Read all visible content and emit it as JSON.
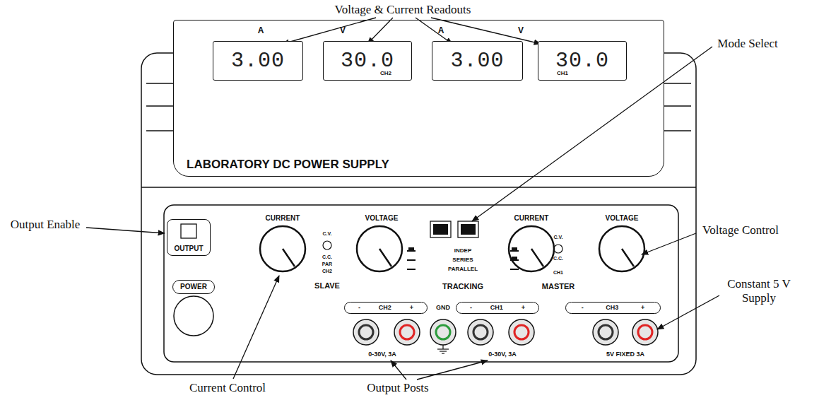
{
  "diagram": {
    "nodes": [
      {
        "text": [
          "LABORATORY DC POWER SUPPLY"
        ]
      },
      {
        "text": [
          "3.00"
        ],
        "in": 0
      },
      {
        "text": [
          "30.0"
        ],
        "in": 0
      },
      {
        "text": [
          "3.00"
        ],
        "in": 0
      },
      {
        "text": [
          "30.0"
        ],
        "in": 0
      },
      {
        "text": [
          "OUTPUT"
        ]
      },
      {
        "text": [
          "POWER"
        ]
      },
      {
        "text": [
          "-",
          "CH2",
          "+"
        ]
      },
      {
        "text": [
          "-",
          "CH1",
          "+"
        ]
      },
      {
        "text": [
          "-",
          "CH3",
          "+"
        ]
      }
    ],
    "labels": [
      "Voltage & Current Readouts",
      "A",
      "V",
      "A",
      "V",
      "CH2",
      "CH1",
      "Mode Select",
      "Output Enable",
      "CURRENT",
      "C.V.",
      "C.C.",
      "PAR",
      "CH2",
      "SLAVE",
      "VOLTAGE",
      "INDEP",
      "SERIES",
      "PARALLEL",
      "TRACKING",
      "CURRENT",
      "C.V.",
      "C.C.",
      "CH1",
      "MASTER",
      "VOLTAGE",
      "Voltage Control",
      "GND",
      "0-30V, 3A",
      "0-30V, 3A",
      "5V FIXED 3A",
      "Constant 5 V Supply",
      "Current Control",
      "Output Posts"
    ]
  }
}
